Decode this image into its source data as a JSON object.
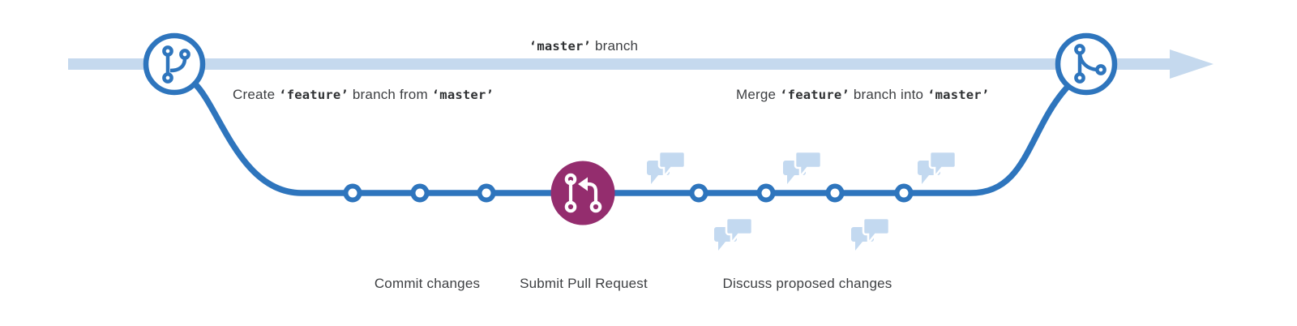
{
  "diagram_title": "GitHub Flow branching diagram",
  "colors": {
    "branch_blue": "#2e75bd",
    "master_light_blue": "#c5d9ee",
    "pull_request_purple": "#942d6e",
    "bubble_light_blue": "#c3d9f0",
    "text_dark": "#3d3f42",
    "background": "#ffffff"
  },
  "master_branch": {
    "label_code": "‘master’",
    "label_text": "branch"
  },
  "annotations": {
    "create_branch": {
      "prefix": "Create",
      "code1": "‘feature’",
      "middle": "branch from",
      "code2": "‘master’"
    },
    "merge_branch": {
      "prefix": "Merge",
      "code1": "‘feature’",
      "middle": "branch into",
      "code2": "‘master’"
    }
  },
  "steps": {
    "commit": "Commit changes",
    "pull_request": "Submit Pull Request",
    "discuss": "Discuss proposed changes"
  },
  "counts": {
    "commits_before_pull_request": 3,
    "commits_after_pull_request": 4,
    "discussion_bubbles": 5
  },
  "icons": {
    "left_node": "git-branch-icon",
    "right_node": "git-merge-icon",
    "center_node": "pull-request-icon",
    "discussion": "comments-icon"
  }
}
